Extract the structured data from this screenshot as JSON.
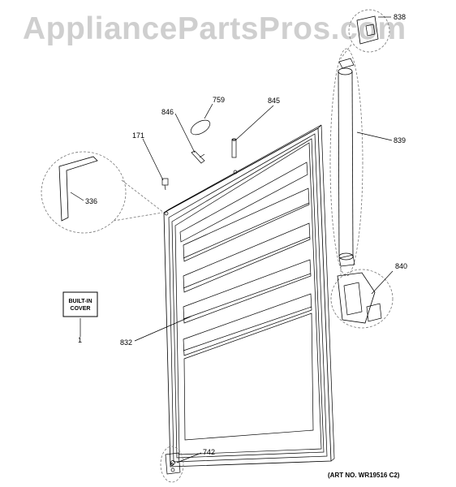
{
  "watermark": "AppliancePartsPros.com",
  "art_number": "(ART NO. WR19516 C2)",
  "builtin_cover": {
    "line1": "BUILT-IN",
    "line2": "COVER"
  },
  "parts": {
    "p838": "838",
    "p839": "839",
    "p840": "840",
    "p845": "845",
    "p846": "846",
    "p759": "759",
    "p171": "171",
    "p336": "336",
    "p832": "832",
    "p742": "742",
    "p1": "1"
  }
}
